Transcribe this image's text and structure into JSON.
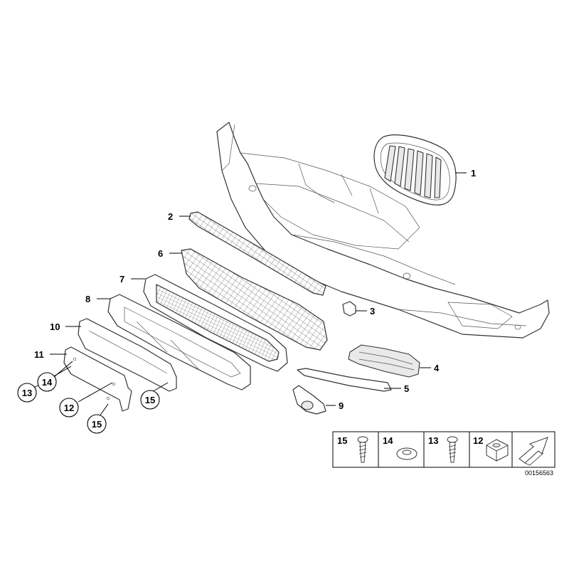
{
  "callouts": [
    "1",
    "2",
    "3",
    "4",
    "5",
    "6",
    "7",
    "8",
    "9",
    "10",
    "11",
    "12",
    "13",
    "14",
    "15"
  ],
  "legend": [
    "15",
    "14",
    "13",
    "12"
  ],
  "part_number": "00156563"
}
